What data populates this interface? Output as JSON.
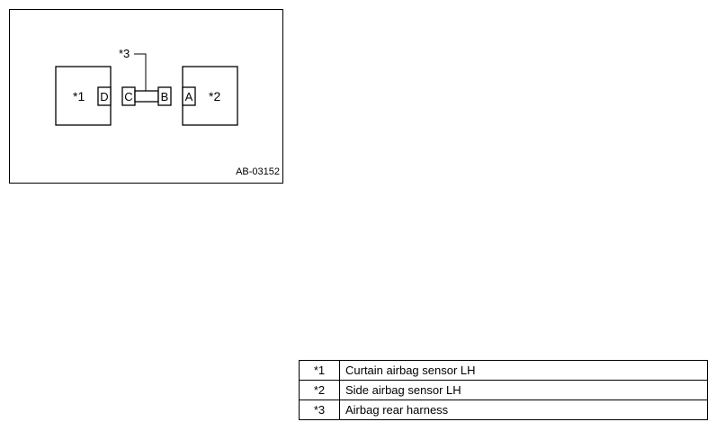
{
  "diagram": {
    "figure_code": "AB-03152",
    "components": [
      {
        "marker": "*1",
        "connector": "D"
      },
      {
        "marker": "*2",
        "connector": "A"
      }
    ],
    "harness": {
      "marker": "*3",
      "connector_left": "C",
      "connector_right": "B"
    }
  },
  "legend": [
    {
      "key": "*1",
      "description": "Curtain airbag sensor LH"
    },
    {
      "key": "*2",
      "description": "Side airbag sensor LH"
    },
    {
      "key": "*3",
      "description": "Airbag rear harness"
    }
  ]
}
